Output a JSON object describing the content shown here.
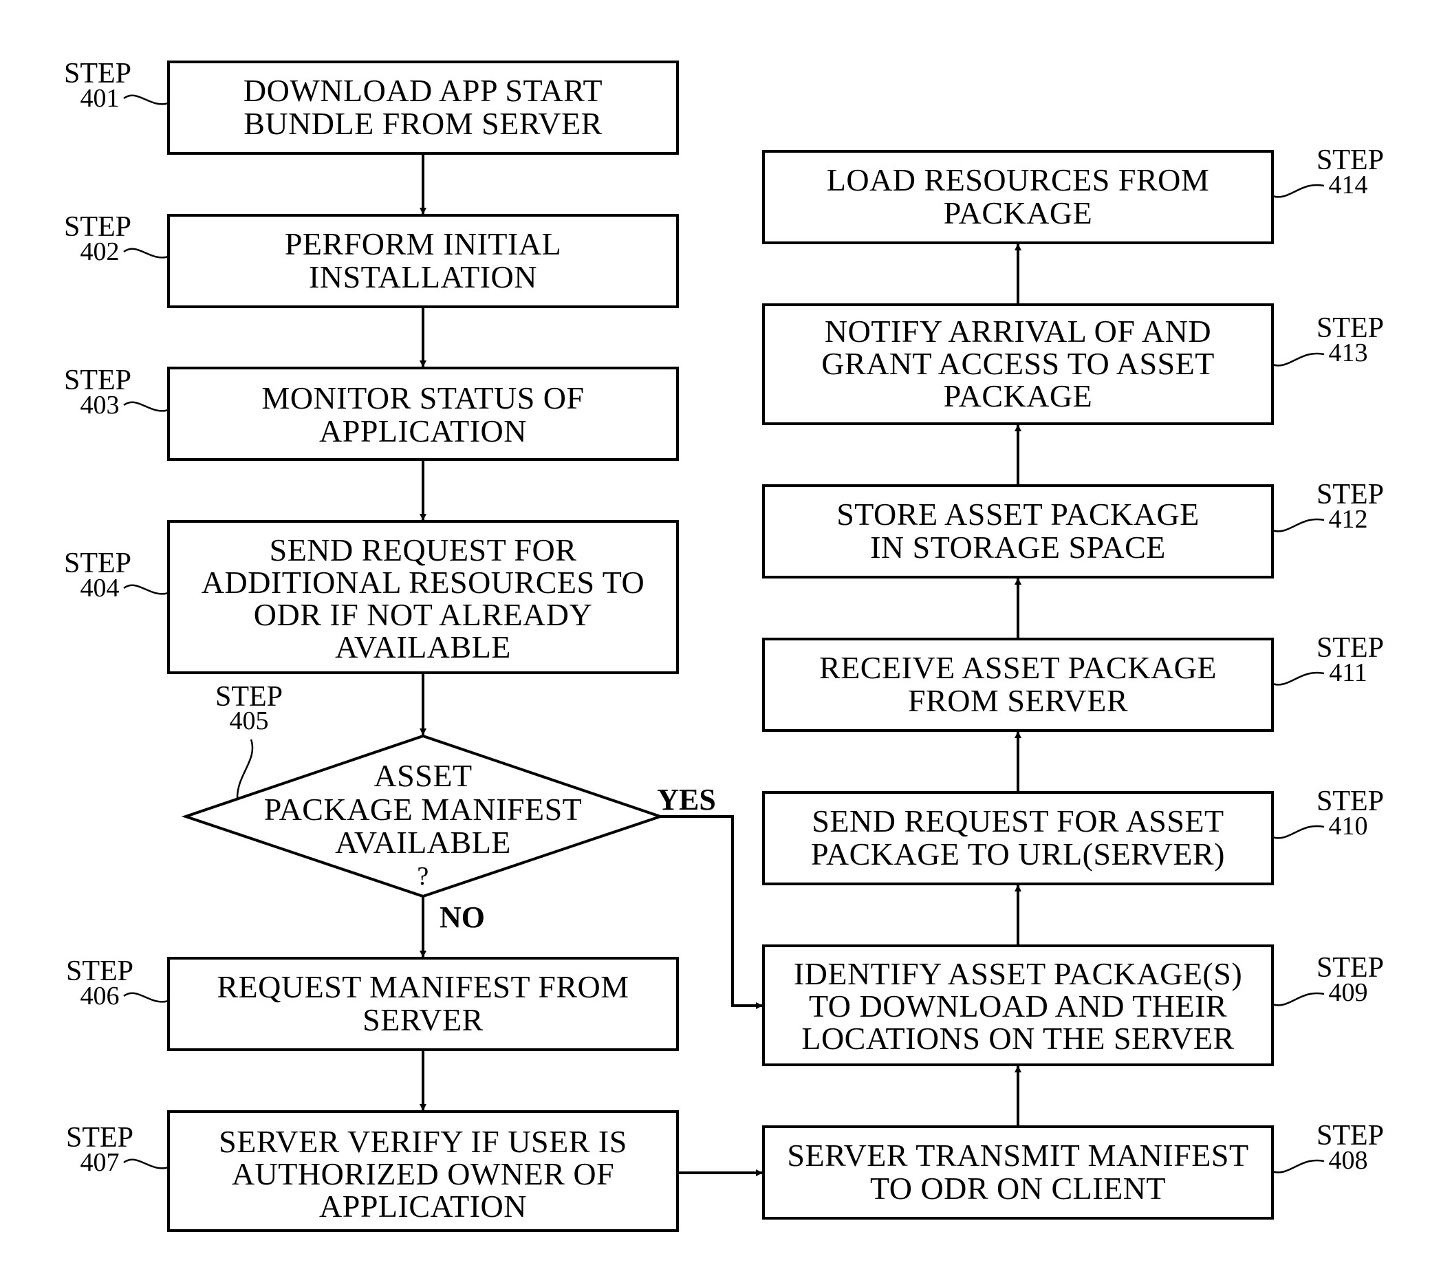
{
  "step_word": "STEP",
  "steps": {
    "s401": {
      "num": "401",
      "lines": [
        "DOWNLOAD APP START",
        "BUNDLE FROM SERVER"
      ]
    },
    "s402": {
      "num": "402",
      "lines": [
        "PERFORM INITIAL",
        "INSTALLATION"
      ]
    },
    "s403": {
      "num": "403",
      "lines": [
        "MONITOR STATUS OF",
        "APPLICATION"
      ]
    },
    "s404": {
      "num": "404",
      "lines": [
        "SEND REQUEST FOR",
        "ADDITIONAL RESOURCES TO",
        "ODR IF NOT ALREADY",
        "AVAILABLE"
      ]
    },
    "s405": {
      "num": "405",
      "lines": [
        "ASSET",
        "PACKAGE MANIFEST",
        "AVAILABLE",
        "?"
      ]
    },
    "s406": {
      "num": "406",
      "lines": [
        "REQUEST MANIFEST FROM",
        "SERVER"
      ]
    },
    "s407": {
      "num": "407",
      "lines": [
        "SERVER VERIFY IF USER IS",
        "AUTHORIZED OWNER OF",
        "APPLICATION"
      ]
    },
    "s408": {
      "num": "408",
      "lines": [
        "SERVER TRANSMIT MANIFEST",
        "TO ODR ON CLIENT"
      ]
    },
    "s409": {
      "num": "409",
      "lines": [
        "IDENTIFY ASSET PACKAGE(S)",
        "TO DOWNLOAD AND THEIR",
        "LOCATIONS ON THE SERVER"
      ]
    },
    "s410": {
      "num": "410",
      "lines": [
        "SEND REQUEST FOR ASSET",
        "PACKAGE TO URL(SERVER)"
      ]
    },
    "s411": {
      "num": "411",
      "lines": [
        "RECEIVE ASSET PACKAGE",
        "FROM SERVER"
      ]
    },
    "s412": {
      "num": "412",
      "lines": [
        "STORE ASSET PACKAGE",
        "IN STORAGE SPACE"
      ]
    },
    "s413": {
      "num": "413",
      "lines": [
        "NOTIFY ARRIVAL OF AND",
        "GRANT ACCESS TO ASSET",
        "PACKAGE"
      ]
    },
    "s414": {
      "num": "414",
      "lines": [
        "LOAD RESOURCES FROM",
        "PACKAGE"
      ]
    }
  },
  "branch_labels": {
    "yes": "YES",
    "no": "NO"
  }
}
